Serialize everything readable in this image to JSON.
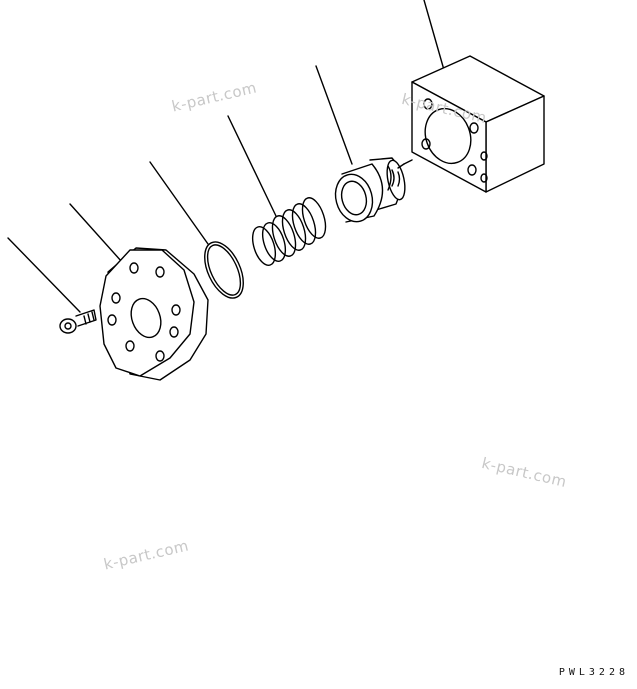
{
  "watermarks": [
    "k-part.com",
    "k-part.com",
    "k-part.com",
    "k-part.com"
  ],
  "drawing_code": "PWL3228",
  "colors": {
    "line": "#000000",
    "watermark": "#c8c8c8",
    "background": "#ffffff"
  },
  "parts": [
    {
      "name": "bolt-part",
      "icon": "socket-head-bolt-icon"
    },
    {
      "name": "cover-flange-part",
      "icon": "octagonal-flange-icon"
    },
    {
      "name": "o-ring-part",
      "icon": "o-ring-icon"
    },
    {
      "name": "spring-part",
      "icon": "coil-spring-icon"
    },
    {
      "name": "valve-part",
      "icon": "spool-valve-icon"
    },
    {
      "name": "valve-body-part",
      "icon": "block-body-icon"
    }
  ]
}
